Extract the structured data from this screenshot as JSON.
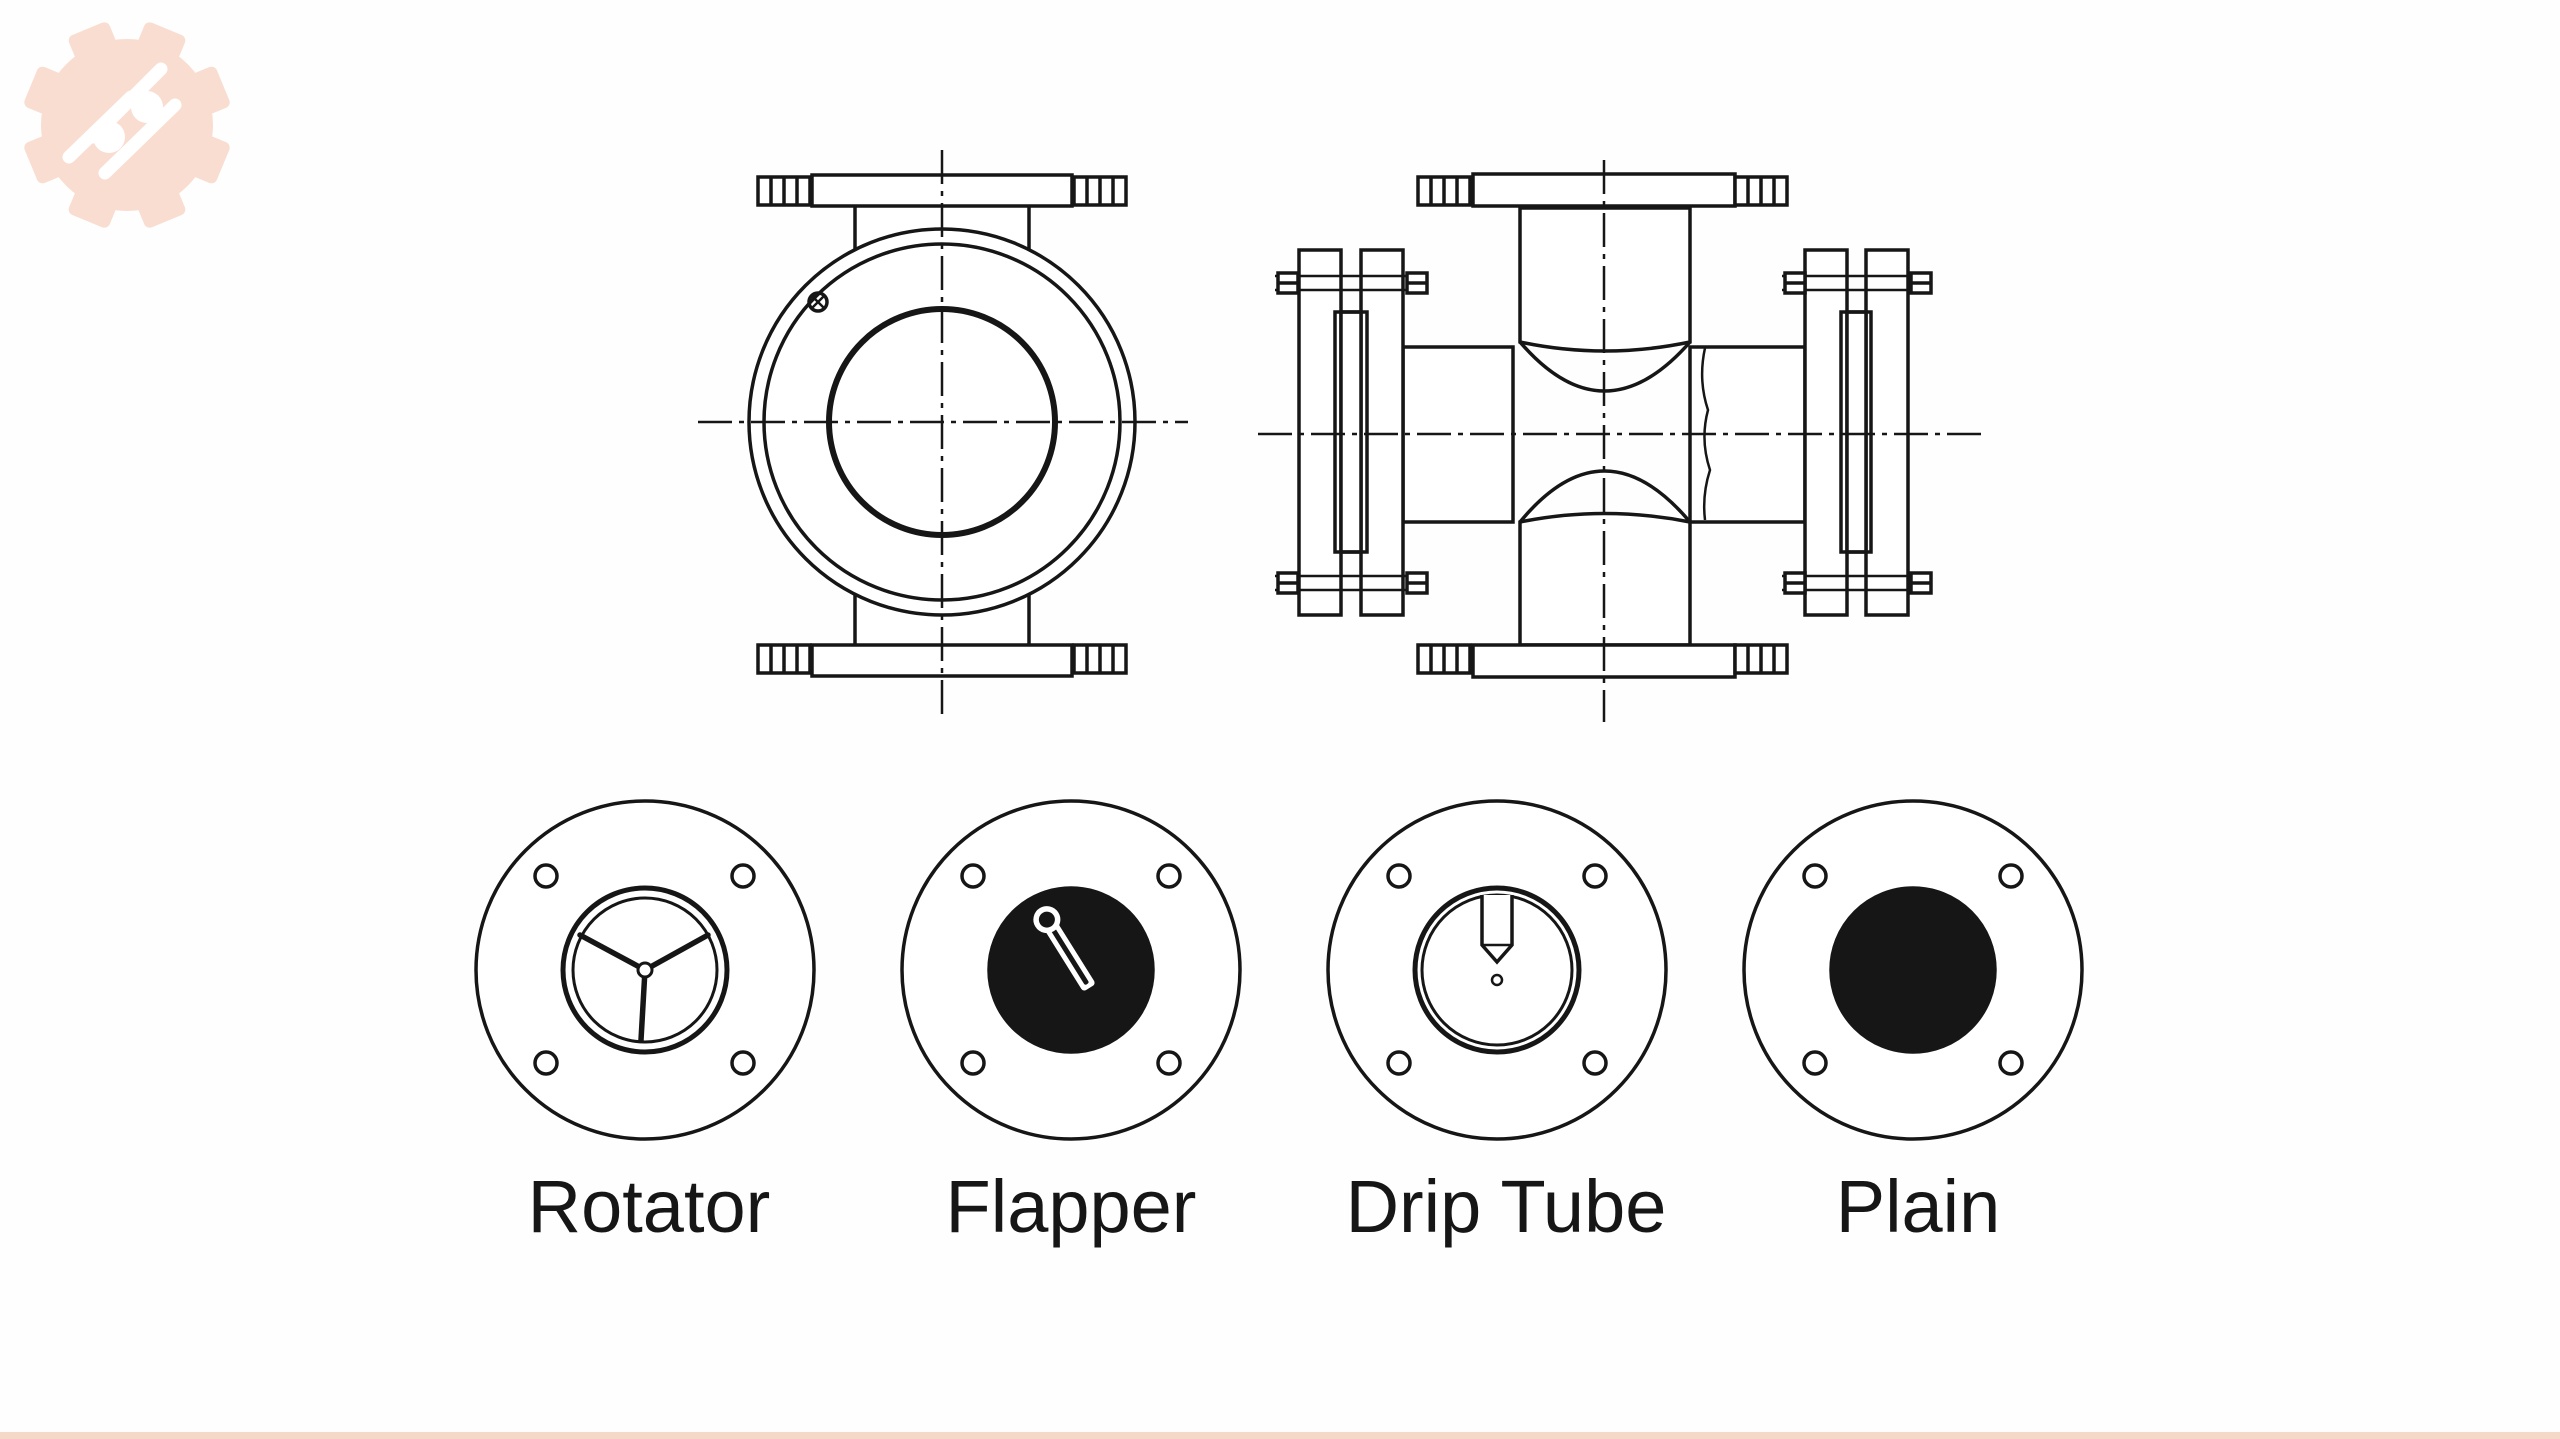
{
  "colors": {
    "ink": "#161616",
    "logo": "#f9ddd0",
    "footer": "#f6d8c8",
    "background": "#fefefe"
  },
  "logo": {
    "icon": "gear-link-icon"
  },
  "views": [
    {
      "id": "end-view",
      "icon": "sight-glass-end-view"
    },
    {
      "id": "side-view",
      "icon": "sight-glass-side-view"
    }
  ],
  "indicators": [
    {
      "label": "Rotator",
      "icon": "rotator-icon"
    },
    {
      "label": "Flapper",
      "icon": "flapper-icon"
    },
    {
      "label": "Drip Tube",
      "icon": "drip-tube-icon"
    },
    {
      "label": "Plain",
      "icon": "plain-icon"
    }
  ]
}
